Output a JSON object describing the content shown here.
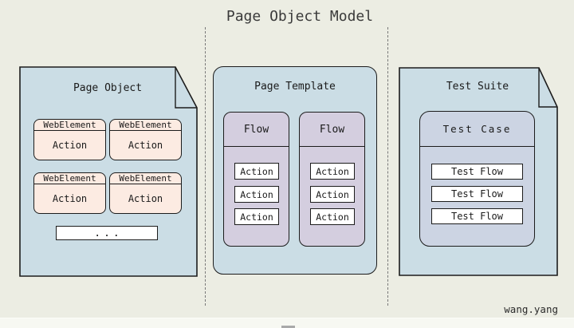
{
  "title": "Page Object Model",
  "watermark": "wang.yang",
  "colors": {
    "bg": "#ecede3",
    "panel-blue": "#cbdde5",
    "pink": "#fcebe2",
    "lavender": "#d4cedf",
    "case-blue": "#ccd4e3",
    "line": "#1c1c1c",
    "dash": "#787878"
  },
  "page_object": {
    "title": "Page Object",
    "web_elements": [
      {
        "header": "WebElement",
        "body": "Action"
      },
      {
        "header": "WebElement",
        "body": "Action"
      },
      {
        "header": "WebElement",
        "body": "Action"
      },
      {
        "header": "WebElement",
        "body": "Action"
      }
    ],
    "more_label": "..."
  },
  "page_template": {
    "title": "Page Template",
    "flows": [
      {
        "title": "Flow",
        "actions": [
          "Action",
          "Action",
          "Action"
        ]
      },
      {
        "title": "Flow",
        "actions": [
          "Action",
          "Action",
          "Action"
        ]
      }
    ]
  },
  "test_suite": {
    "title": "Test Suite",
    "test_case": {
      "title": "Test Case",
      "test_flows": [
        "Test Flow",
        "Test Flow",
        "Test Flow"
      ]
    }
  }
}
